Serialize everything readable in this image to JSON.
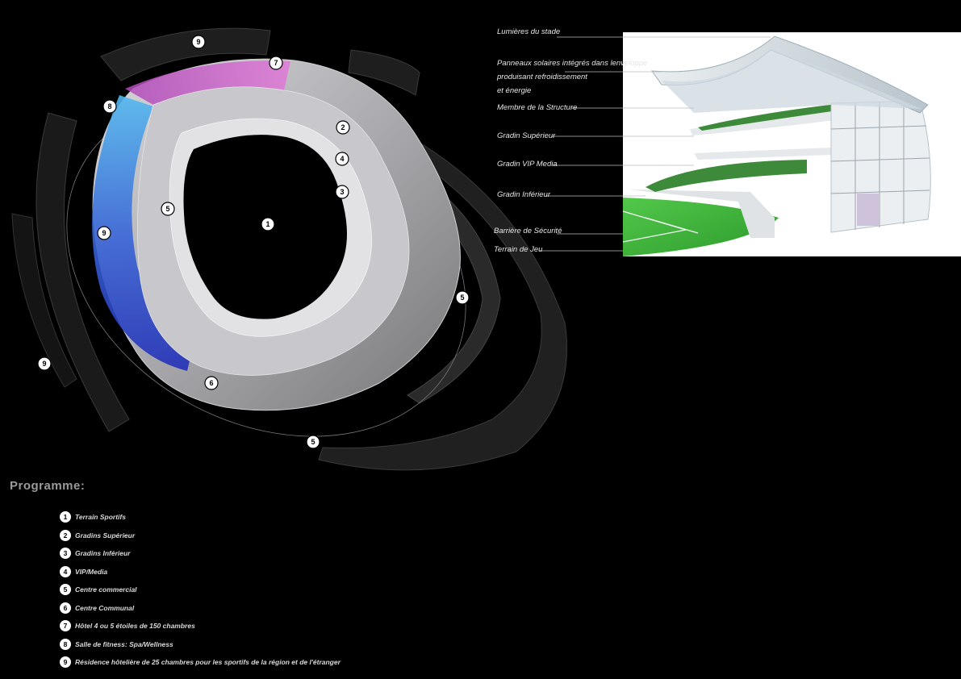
{
  "programme": {
    "title": "Programme:",
    "items": [
      {
        "num": "1",
        "label": "Terrain Sportifs"
      },
      {
        "num": "2",
        "label": "Gradins Supérieur"
      },
      {
        "num": "3",
        "label": "Gradins Inférieur"
      },
      {
        "num": "4",
        "label": "VIP/Media"
      },
      {
        "num": "5",
        "label": "Centre commercial"
      },
      {
        "num": "6",
        "label": "Centre Communal"
      },
      {
        "num": "7",
        "label": "Hôtel 4 ou 5 étoiles de 150 chambres"
      },
      {
        "num": "8",
        "label": "Salle de fitness: Spa/Wellness"
      },
      {
        "num": "9",
        "label": "Résidence hôtelière de 25 chambres pour les sportifs de la région et de l'étranger"
      }
    ]
  },
  "section": {
    "labels": {
      "lights": "Lumières du stade",
      "solar_1": "Panneaux solaires intégrés dans lenveloppe",
      "solar_2": "produisant refroidissement",
      "solar_3": "et énergie",
      "structure": "Membre de la Structure",
      "upper": "Gradin Supérieur",
      "vip": "Gradin VIP Media",
      "lower": "Gradin Inférieur",
      "barrier": "Barrière de Sécurité",
      "field": "Terrain de Jeu"
    }
  },
  "markers": {
    "m1": "1",
    "m2": "2",
    "m3": "3",
    "m4": "4",
    "m5a": "5",
    "m5b": "5",
    "m5c": "5",
    "m6": "6",
    "m7": "7",
    "m8": "8",
    "m9a": "9",
    "m9b": "9",
    "m9c": "9"
  },
  "colors": {
    "hotel": "#c05ac0",
    "fitness": "#3d8fe0",
    "residence": "#2a3fc4",
    "field": "#3cae3c"
  }
}
